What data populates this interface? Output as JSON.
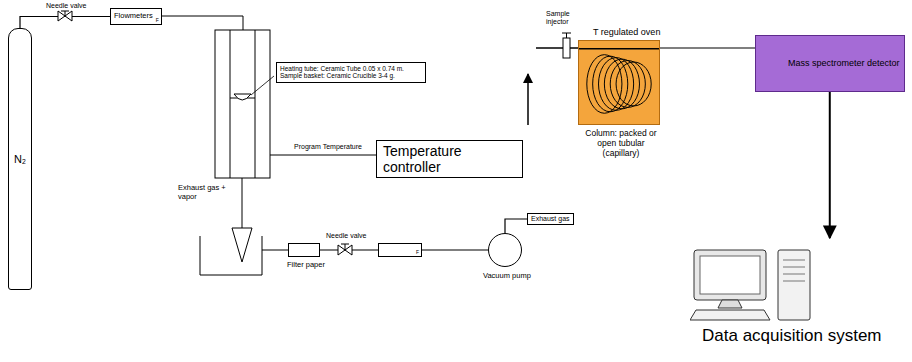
{
  "diagram": {
    "nodes": [
      {
        "text": [
          "N₂"
        ]
      },
      {
        "text": [
          "Flowmeters",
          "F"
        ]
      },
      {
        "text": [
          "Heating tube: Ceramic Tube 0.05 x 0.74 m. Sample basket: Ceramic Crucible 3-4 g."
        ]
      },
      {
        "text": [
          "Temperature controller"
        ]
      },
      {
        "text": [
          "Filter paper"
        ]
      },
      {
        "text": [
          "F"
        ]
      },
      {
        "text": [
          "Vacuum pump"
        ]
      },
      {
        "text": [
          "Exhaust gas"
        ]
      },
      {
        "text": [
          "T regulated oven",
          "Column: packed or open tubular (capillary)"
        ]
      },
      {
        "text": [
          "Mass spectrometer detector"
        ]
      },
      {
        "text": [
          "Data acquisition system"
        ]
      }
    ],
    "edges": [
      {
        "from": 0,
        "to": 1,
        "arrow": "none"
      },
      {
        "from": 4,
        "to": 5,
        "arrow": "none"
      },
      {
        "from": 5,
        "to": 6,
        "arrow": "none"
      },
      {
        "from": 6,
        "to": 7,
        "arrow": "none"
      },
      {
        "from": 8,
        "to": 9,
        "arrow": "none"
      },
      {
        "from": 9,
        "to": 10,
        "arrow": "to"
      }
    ],
    "labels": [
      "Needle valve",
      "Program Temperature",
      "Exhaust gas + vapor",
      "Needle valve",
      "Sample injector"
    ]
  }
}
